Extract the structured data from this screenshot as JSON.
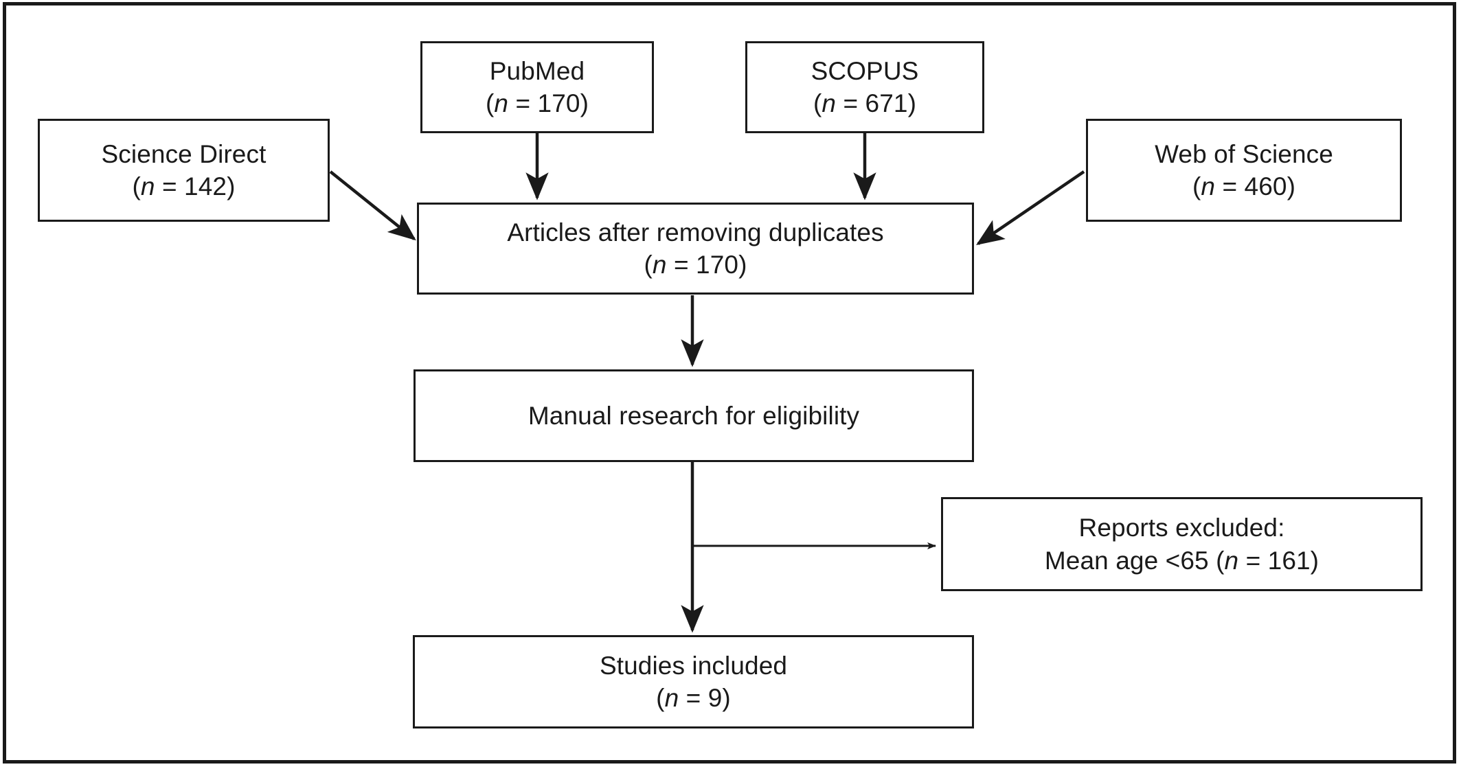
{
  "diagram": {
    "type": "prisma-flow-diagram",
    "background_color": "#ffffff",
    "line_color": "#1a1a1a",
    "nodes": {
      "pubmed": {
        "line1": "PubMed",
        "line2": "(n = 170)"
      },
      "scopus": {
        "line1": "SCOPUS",
        "line2": "(n = 671)"
      },
      "science_direct": {
        "line1": "Science Direct",
        "line2": "(n = 142)"
      },
      "web_of_science": {
        "line1": "Web of Science",
        "line2": "(n = 460)"
      },
      "duplicates": {
        "line1": "Articles after removing duplicates",
        "line2": "(n = 170)"
      },
      "manual": {
        "line1": "Manual research for eligibility",
        "line2": ""
      },
      "excluded": {
        "line1": "Reports excluded:",
        "line2": "Mean age <65 (n = 161)"
      },
      "included": {
        "line1": "Studies included",
        "line2": "(n = 9)"
      }
    },
    "counts": {
      "pubmed": 170,
      "scopus": 671,
      "science_direct": 142,
      "web_of_science": 460,
      "after_duplicates": 170,
      "excluded_mean_age_under_65": 161,
      "studies_included": 9
    },
    "edges": [
      {
        "from": "pubmed",
        "to": "duplicates",
        "style": "vertical-arrow"
      },
      {
        "from": "scopus",
        "to": "duplicates",
        "style": "vertical-arrow"
      },
      {
        "from": "science_direct",
        "to": "duplicates",
        "style": "diagonal-arrow"
      },
      {
        "from": "web_of_science",
        "to": "duplicates",
        "style": "diagonal-arrow"
      },
      {
        "from": "duplicates",
        "to": "manual",
        "style": "vertical-arrow"
      },
      {
        "from": "manual",
        "to": "excluded",
        "style": "elbow-right-arrow"
      },
      {
        "from": "manual",
        "to": "included",
        "style": "vertical-arrow"
      }
    ]
  }
}
